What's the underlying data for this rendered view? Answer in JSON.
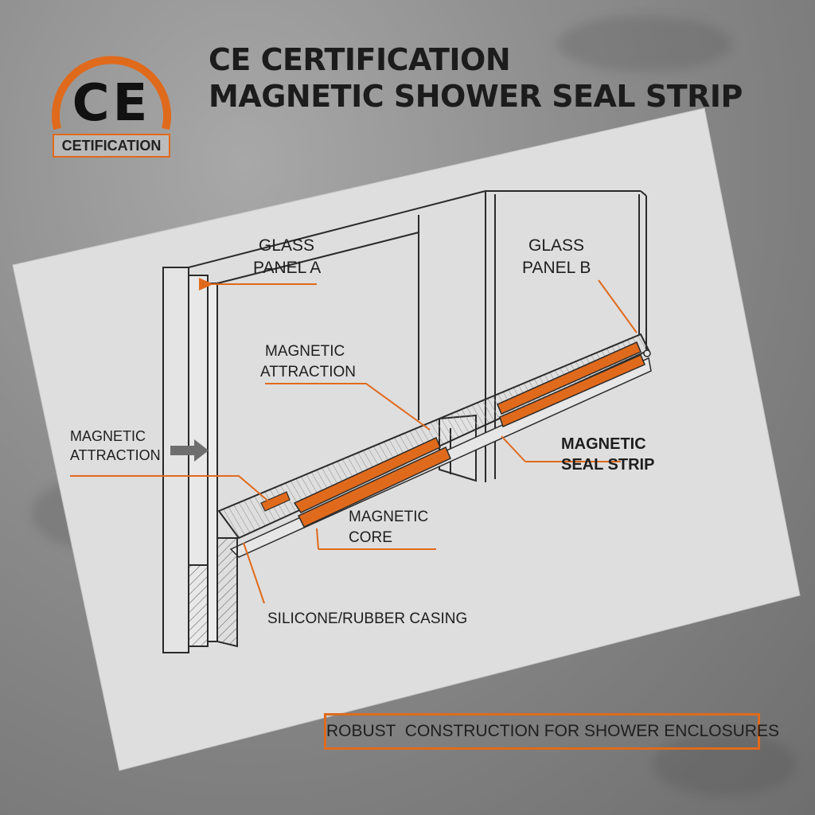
{
  "heading": {
    "line1": "CE CERTIFICATION",
    "line2": "MAGNETIC SHOWER SEAL STRIP"
  },
  "logo": {
    "mark": "CE",
    "banner": "CETIFICATION"
  },
  "labels": {
    "glass_panel_a_1": "GLASS",
    "glass_panel_a_2": "PANEL A",
    "glass_panel_b_1": "GLASS",
    "glass_panel_b_2": "PANEL B",
    "magnetic_attraction_top_1": "MAGNETIC",
    "magnetic_attraction_top_2": "ATTRACTION",
    "magnetic_attraction_left_1": "MAGNETIC",
    "magnetic_attraction_left_2": "ATTRACTION",
    "magnetic_core_1": "MAGNETIC",
    "magnetic_core_2": "CORE",
    "magnetic_seal_strip_1": "MAGNETIC",
    "magnetic_seal_strip_2": "SEAL STRIP",
    "silicone_casing": "SILICONE/RUBBER CASING"
  },
  "footer": "ROBUST  CONSTRUCTION FOR SHOWER ENCLOSURES",
  "colors": {
    "accent": "#e06a1c",
    "ink": "#1e1e1e",
    "paper": "#dcdcdc",
    "background": "#8e8e8e"
  }
}
